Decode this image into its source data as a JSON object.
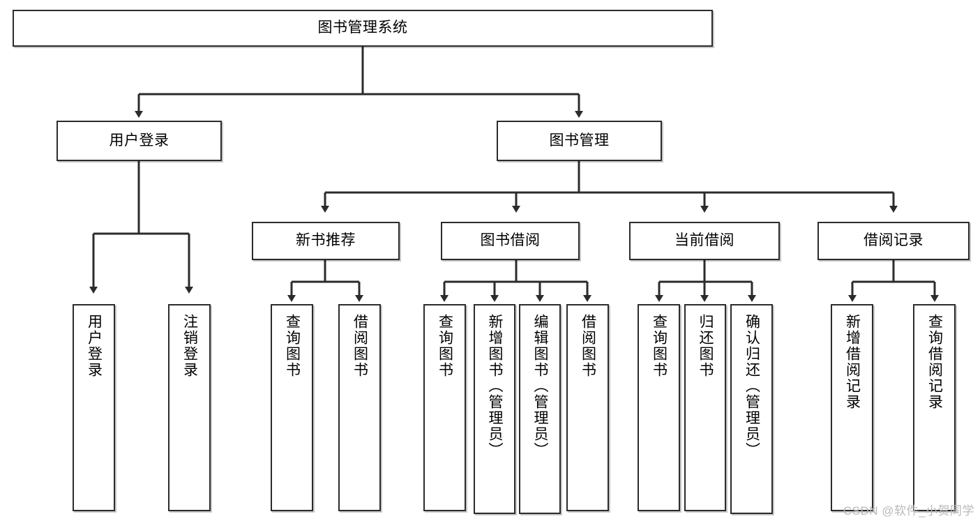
{
  "diagram": {
    "type": "tree",
    "title": "图书管理系统",
    "watermark": "CSDN @软件_小贺同学",
    "colors": {
      "stroke": "#2b2b2b",
      "fill": "#ffffff",
      "text": "#000000",
      "watermark": "#b9b9b9"
    },
    "nodes": {
      "root": {
        "label": "图书管理系统"
      },
      "level2": [
        {
          "id": "user-login",
          "label": "用户登录"
        },
        {
          "id": "book-manage",
          "label": "图书管理"
        }
      ],
      "level3": [
        {
          "id": "new-book-recommend",
          "label": "新书推荐"
        },
        {
          "id": "book-borrow",
          "label": "图书借阅"
        },
        {
          "id": "current-borrow",
          "label": "当前借阅"
        },
        {
          "id": "borrow-record",
          "label": "借阅记录"
        }
      ],
      "leaves": {
        "user_login": [
          {
            "id": "leaf-user-login",
            "label": "用户登录"
          },
          {
            "id": "leaf-logout-login",
            "label": "注销登录"
          }
        ],
        "new_book_recommend": [
          {
            "id": "leaf-query-book-1",
            "label": "查询图书"
          },
          {
            "id": "leaf-borrow-book-1",
            "label": "借阅图书"
          }
        ],
        "book_borrow": [
          {
            "id": "leaf-query-book-2",
            "label": "查询图书"
          },
          {
            "id": "leaf-add-book",
            "label": "新增图书（管理员）"
          },
          {
            "id": "leaf-edit-book",
            "label": "编辑图书（管理员）"
          },
          {
            "id": "leaf-borrow-book-2",
            "label": "借阅图书"
          }
        ],
        "current_borrow": [
          {
            "id": "leaf-query-book-3",
            "label": "查询图书"
          },
          {
            "id": "leaf-return-book",
            "label": "归还图书"
          },
          {
            "id": "leaf-confirm-return",
            "label": "确认归还（管理员）"
          }
        ],
        "borrow_record": [
          {
            "id": "leaf-add-record",
            "label": "新增借阅记录"
          },
          {
            "id": "leaf-query-record",
            "label": "查询借阅记录"
          }
        ]
      }
    }
  }
}
